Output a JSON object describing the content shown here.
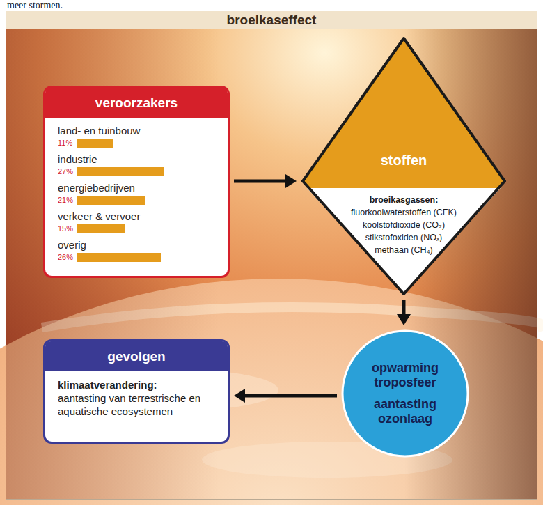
{
  "diagram": {
    "title": "broeikaseffect",
    "nodes": [
      {
        "text": [
          "veroorzakers"
        ]
      },
      {
        "text": [
          "stoffen",
          "broeikasgassen:",
          "fluorkoolwaterstoffen (CFK)",
          "koolstofdioxide (CO₂)",
          "stikstofoxiden (NOₓ)",
          "methaan (CH₄)"
        ]
      },
      {
        "text": [
          "opwarming troposfeer",
          "aantasting ozonlaag"
        ]
      },
      {
        "text": [
          "gevolgen",
          "klimaatverandering:",
          "aantasting van terrestrische en aquatische ecosystemen"
        ]
      }
    ],
    "edges": [
      {
        "from": 0,
        "to": 1,
        "arrow": "to"
      },
      {
        "from": 1,
        "to": 2,
        "arrow": "to"
      },
      {
        "from": 2,
        "to": 3,
        "arrow": "to"
      }
    ],
    "labels": [
      "meer stormen.",
      "land- en tuinbouw",
      "11%",
      "industrie",
      "27%",
      "energiebedrijven",
      "21%",
      "verkeer & vervoer",
      "15%",
      "overig",
      "26%"
    ]
  }
}
